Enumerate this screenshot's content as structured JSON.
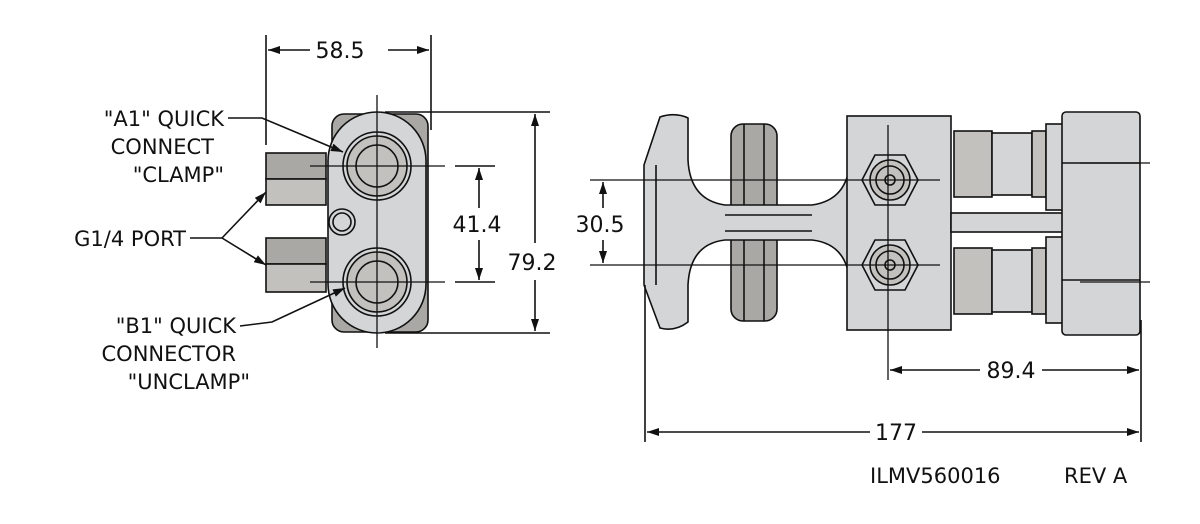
{
  "drawing": {
    "labels": {
      "a1_line1": "\"A1\" QUICK",
      "a1_line2": "CONNECT",
      "a1_line3": "\"CLAMP\"",
      "port": "G1/4 PORT",
      "b1_line1": "\"B1\" QUICK",
      "b1_line2": "CONNECTOR",
      "b1_line3": "\"UNCLAMP\""
    },
    "dimensions": {
      "width_left": "58.5",
      "port_spacing": "41.4",
      "height_left": "79.2",
      "spacing_right": "30.5",
      "block_length": "89.4",
      "overall_length": "177"
    },
    "title_block": {
      "part_number": "ILMV560016",
      "revision": "REV A"
    }
  }
}
